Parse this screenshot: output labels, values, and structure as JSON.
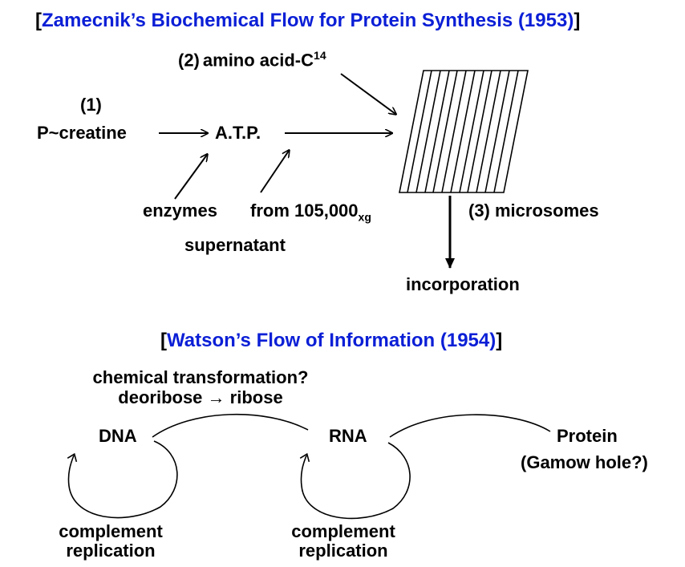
{
  "top": {
    "title_open": "[",
    "title": "Zamecnik’s Biochemical Flow for Protein Synthesis (1953)",
    "title_close": "]",
    "amino_num": "(2)",
    "amino": "amino acid-C",
    "amino_sup": "14",
    "step1": "(1)",
    "p_creatine": "P~creatine",
    "atp": "A.T.P.",
    "enzymes": "enzymes",
    "from": "from 105,000",
    "from_sub": "xg",
    "supernatant": "supernatant",
    "microsomes": "(3) microsomes",
    "incorporation": "incorporation"
  },
  "bottom": {
    "title_open": "[",
    "title": "Watson’s Flow of Information (1954)",
    "title_close": "]",
    "chem_line1": "chemical transformation?",
    "chem_line2_a": "deoribose",
    "chem_line2_b": "ribose",
    "dna": "DNA",
    "rna": "RNA",
    "protein": "Protein",
    "gamow": "(Gamow hole?)",
    "comp1_line1": "complement",
    "comp1_line2": "replication",
    "comp2_line1": "complement",
    "comp2_line2": "replication"
  },
  "colors": {
    "title_blue": "#0b1fd6",
    "ink": "#000000"
  }
}
